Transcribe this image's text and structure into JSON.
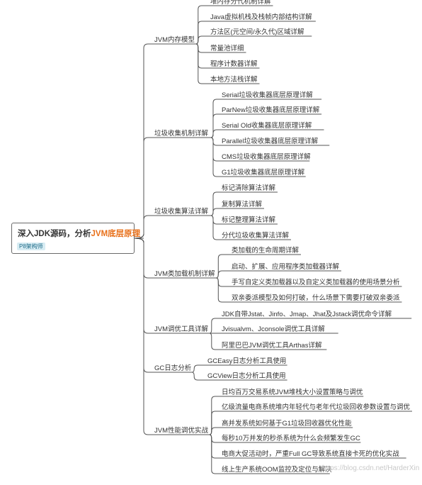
{
  "root": {
    "title_pre": "深入JDK源码，分析",
    "title_hl": "JVM底层原理",
    "tag": "P8架构师"
  },
  "branches": [
    {
      "label": "JVM内存模型",
      "children": [
        "堆内存分代机制详解",
        "Java虚拟机栈及栈帧内部结构详解",
        "方法区(元空间/永久代)区域详解",
        "常量池详细",
        "程序计数器详解",
        "本地方法栈详解"
      ]
    },
    {
      "label": "垃圾收集机制详解",
      "children": [
        "Serial垃圾收集器底层原理详解",
        "ParNew垃圾收集器底层原理详解",
        "Serial Old收集器底层原理详解",
        "Parallel垃圾收集器底层原理详解",
        "CMS垃圾收集器底层原理详解",
        "G1垃圾收集器底层原理详解"
      ]
    },
    {
      "label": "垃圾收集算法详解",
      "children": [
        "标记清除算法详解",
        "复制算法详解",
        "标记整理算法详解",
        "分代垃圾收集算法详解"
      ]
    },
    {
      "label": "JVM类加载机制详解",
      "children": [
        "类加载的生命周期详解",
        "启动、扩展、应用程序类加载器详解",
        "手写自定义类加载器以及自定义类加载器的使用场景分析",
        "双亲委派模型及如何打破，什么场景下需要打破双亲委派"
      ]
    },
    {
      "label": "JVM调优工具详解",
      "children": [
        "JDK自带Jstat、Jinfo、Jmap、Jhat及Jstack调优命令详解",
        "Jvisualvm、Jconsole调优工具详解",
        "阿里巴巴JVM调优工具Arthas详解"
      ]
    },
    {
      "label": "GC日志分析",
      "children": [
        "GCEasy日志分析工具使用",
        "GCView日志分析工具使用"
      ]
    },
    {
      "label": "JVM性能调优实战",
      "children": [
        "日均百万交易系统JVM堆栈大小设置策略与调优",
        "亿级流量电商系统堆内年轻代与老年代垃圾回收参数设置与调优",
        "高并发系统如何基于G1垃圾回收器优化性能",
        "每秒10万并发的秒杀系统为什么会频繁发生GC",
        "电商大促活动时，严重Full GC导致系统直接卡死的优化实战",
        "线上生产系统OOM监控及定位与解决"
      ]
    }
  ],
  "watermark": "https://blog.csdn.net/HarderXin",
  "colors": {
    "line": "#555555",
    "accent": "#e8701a",
    "tag_bg": "#d7ecf3"
  }
}
